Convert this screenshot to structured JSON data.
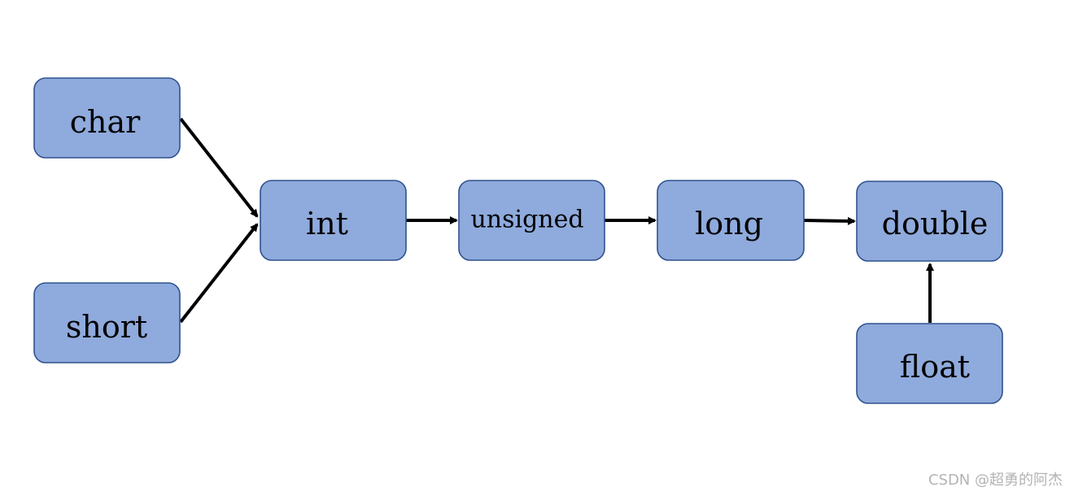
{
  "nodes": {
    "char": "char",
    "short": "short",
    "int": "int",
    "unsigned": "unsigned",
    "long": "long",
    "double": "double",
    "float": "float"
  },
  "edges": [
    {
      "from": "char",
      "to": "int"
    },
    {
      "from": "short",
      "to": "int"
    },
    {
      "from": "int",
      "to": "unsigned"
    },
    {
      "from": "unsigned",
      "to": "long"
    },
    {
      "from": "long",
      "to": "double"
    },
    {
      "from": "float",
      "to": "double"
    }
  ],
  "colors": {
    "node_fill": "#8faadc",
    "node_border": "#2f528f",
    "arrow": "#000000",
    "watermark": "#b3b3b3"
  },
  "watermark": "CSDN @超勇的阿杰"
}
